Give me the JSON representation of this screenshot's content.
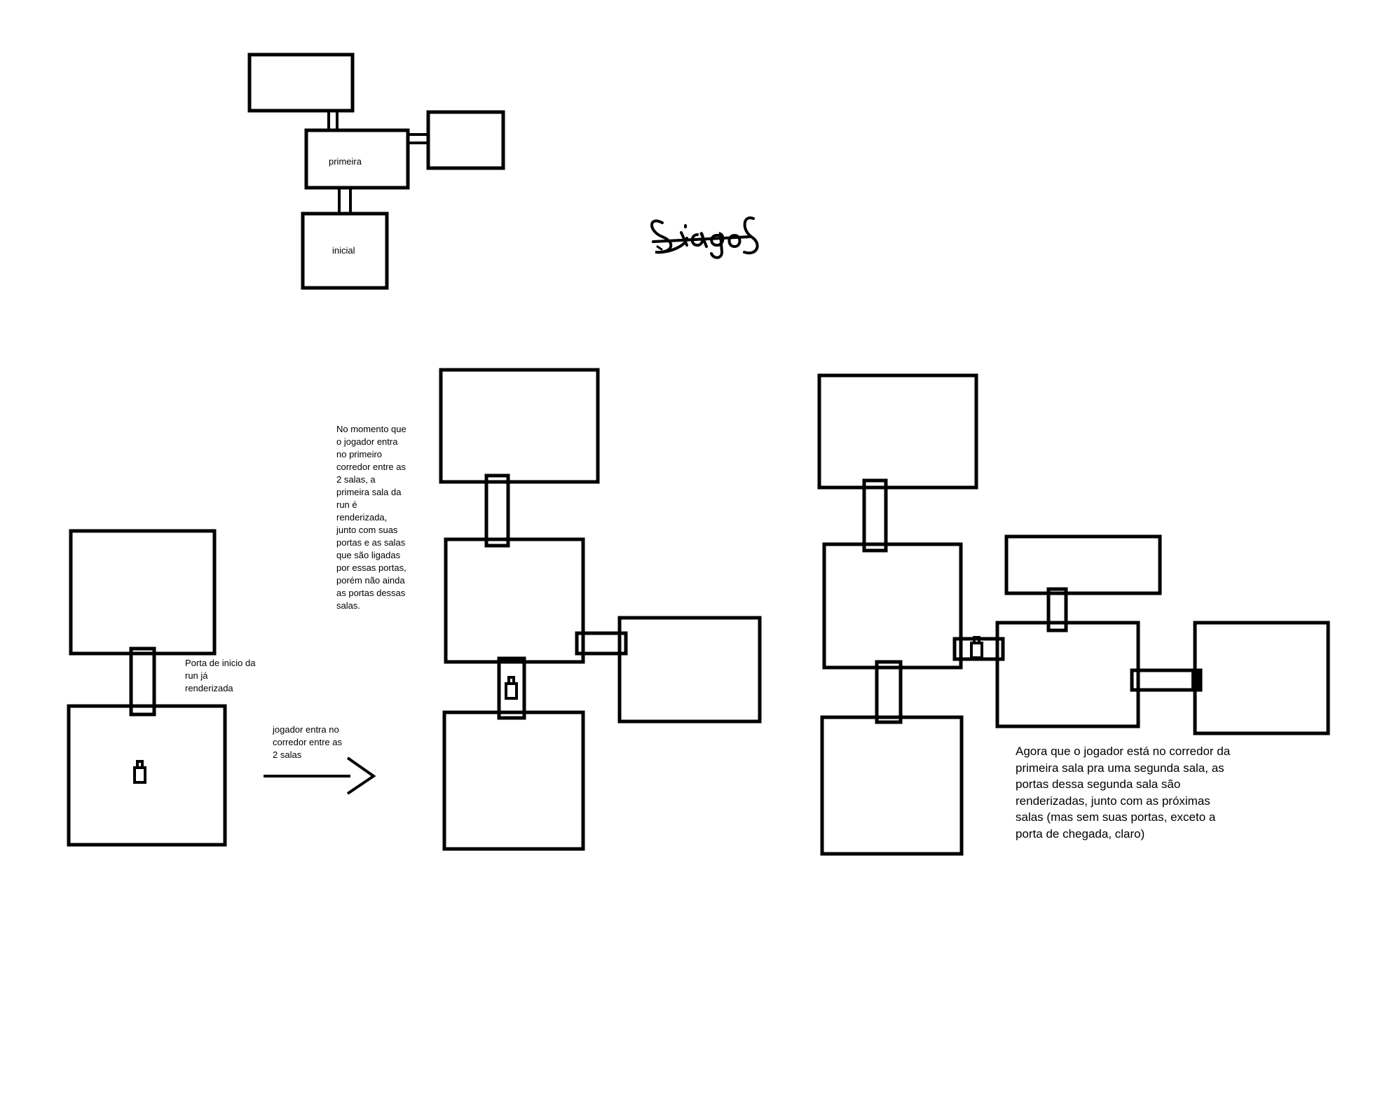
{
  "rooms": {
    "first_label": "primeira",
    "initial_label": "inicial"
  },
  "signature": "Siagos",
  "notes": {
    "door_note": "Porta de inicio da\nrun já\nrenderizada",
    "arrow_note": "jogador entra no\ncorredor entre as\n2 salas",
    "first_corridor_note": "No momento que\no jogador entra\nno primeiro\ncorredor entre as\n2 salas, a\nprimeira sala da\nrun é\nrenderizada,\njunto com suas\nportas e as salas\nque são ligadas\npor essas portas,\nporém não ainda\nas portas dessas\nsalas.",
    "second_corridor_note": "Agora que o jogador está no corredor da\nprimeira sala pra uma segunda sala, as\nportas dessa segunda sala são\nrenderizadas, junto com as próximas\nsalas (mas sem suas portas, exceto a\nporta de chegada, claro)"
  }
}
